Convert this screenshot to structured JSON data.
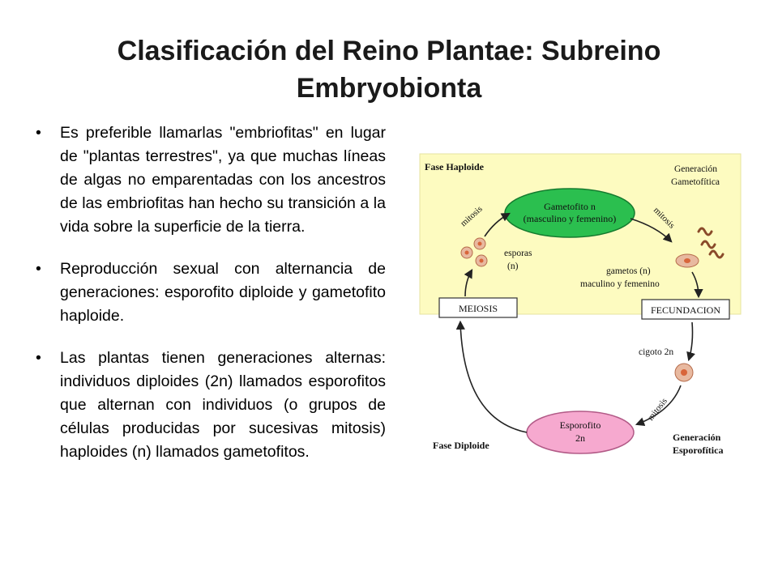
{
  "slide": {
    "title": "Clasificación del Reino Plantae: Subreino Embryobionta",
    "bullets": [
      "Es preferible llamarlas \"embriofitas\" en lugar de \"plantas terrestres\", ya que muchas líneas de algas no emparentadas con los ancestros de las embriofitas han hecho su transición a la vida sobre la superficie de la tierra.",
      " Reproducción sexual con alternancia de generaciones: esporofito diploide y gametofito haploide.",
      "Las plantas tienen generaciones alternas: individuos diploides (2n) llamados esporofitos que alternan con individuos (o grupos de células producidas por sucesivas mitosis) haploides (n) llamados gametofitos."
    ],
    "bullet_symbol": "•"
  },
  "diagram": {
    "fase_haploide": "Fase Haploide",
    "generacion_gametofitica": [
      "Generación",
      "Gametofítica"
    ],
    "gametofito": [
      "Gametofito n",
      "(masculino y femenino)"
    ],
    "mitosis": "mitosis",
    "esporas": [
      "esporas",
      "(n)"
    ],
    "gametos": [
      "gametos (n)",
      "maculino y femenino"
    ],
    "meiosis": "MEIOSIS",
    "fecundacion": "FECUNDACION",
    "cigoto": "cigoto 2n",
    "esporofito": [
      "Esporofito",
      "2n"
    ],
    "fase_diploide": "Fase Diploide",
    "generacion_esporofitica": [
      "Generación",
      "Esporofítica"
    ],
    "colors": {
      "haploid_bg": "#fdfbc0",
      "gametofito_fill": "#2bbf4f",
      "esporofito_fill": "#f6a9cf",
      "cell_fill": "#e8b9a0",
      "cell_nucleus": "#d8653a"
    }
  }
}
